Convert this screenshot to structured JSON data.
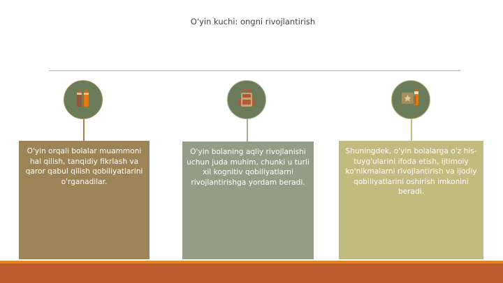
{
  "slide": {
    "title": "O'yin kuchi: ongni rivojlantirish",
    "colors": {
      "node_fill": "#6a7c59",
      "card1": "#9c8456",
      "card2": "#929e86",
      "card3": "#c2bb80",
      "connector1": "#9c8456",
      "connector2": "#a3ad96",
      "connector3": "#c2bb80",
      "bottom_orange": "#e0861f",
      "bottom_red": "#c0592b",
      "timeline_line": "#b3b3b3"
    },
    "items": [
      {
        "icon": "pencils-icon",
        "text": "O'yin orqali bolalar muammoni hal qilish, tanqidiy fikrlash va qaror qabul qilish qobiliyatlarini o'rganadilar."
      },
      {
        "icon": "backpack-icon",
        "text": "O'yin bolaning aqliy rivojlanishi uchun juda muhim, chunki u turli xil kognitiv qobiliyatlarni rivojlantirishga yordam beradi."
      },
      {
        "icon": "art-canvas-icon",
        "text": "Shuningdek, o'yin bolalarga o'z his-tuyg'ularini ifoda etish, ijtimoiy ko'nikmalarni rivojlantirish va ijodiy qobiliyatlarini oshirish imkonini beradi."
      }
    ]
  }
}
